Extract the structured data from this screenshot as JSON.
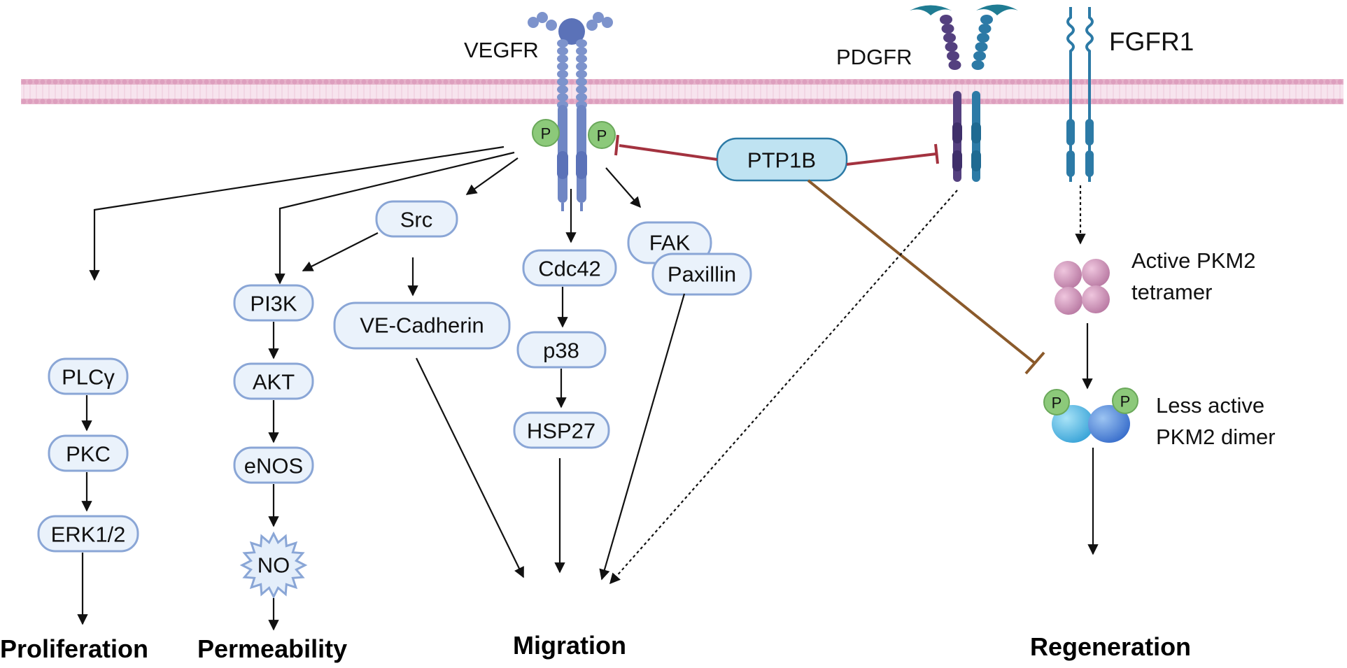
{
  "receptors": {
    "vegfr": "VEGFR",
    "pdgfr": "PDGFR",
    "fgfr1": "FGFR1"
  },
  "phospho_label": "P",
  "nodes": {
    "ptp1b": "PTP1B",
    "src": "Src",
    "pi3k": "PI3K",
    "akt": "AKT",
    "enos": "eNOS",
    "no": "NO",
    "ve_cadherin": "VE-Cadherin",
    "plcg": "PLCγ",
    "pkc": "PKC",
    "erk": "ERK1/2",
    "cdc42": "Cdc42",
    "p38": "p38",
    "hsp27": "HSP27",
    "fak": "FAK",
    "paxillin": "Paxillin"
  },
  "pkm2": {
    "tetramer_line1": "Active PKM2",
    "tetramer_line2": "tetramer",
    "dimer_line1": "Less active",
    "dimer_line2": "PKM2 dimer"
  },
  "outcomes": {
    "proliferation": "Proliferation",
    "permeability": "Permeability",
    "migration": "Migration",
    "regeneration": "Regeneration"
  },
  "colors": {
    "membrane": "#e6b3cb",
    "vegfr": "#6f86c4",
    "pdgfr_left": "#54407f",
    "pdgfr_right": "#2c7aa6",
    "fgfr": "#2c7aa6",
    "phospho": "#8cc97a",
    "node_fill": "#eaf2fb",
    "node_stroke": "#8aa6d6",
    "ptp1b_fill": "#bfe3f2",
    "inhibit_red": "#a3323f",
    "inhibit_brown": "#8b5a2b",
    "tetramer": "#c98bb3",
    "dimer_left": "#5bbde3",
    "dimer_right": "#4a86d6"
  }
}
